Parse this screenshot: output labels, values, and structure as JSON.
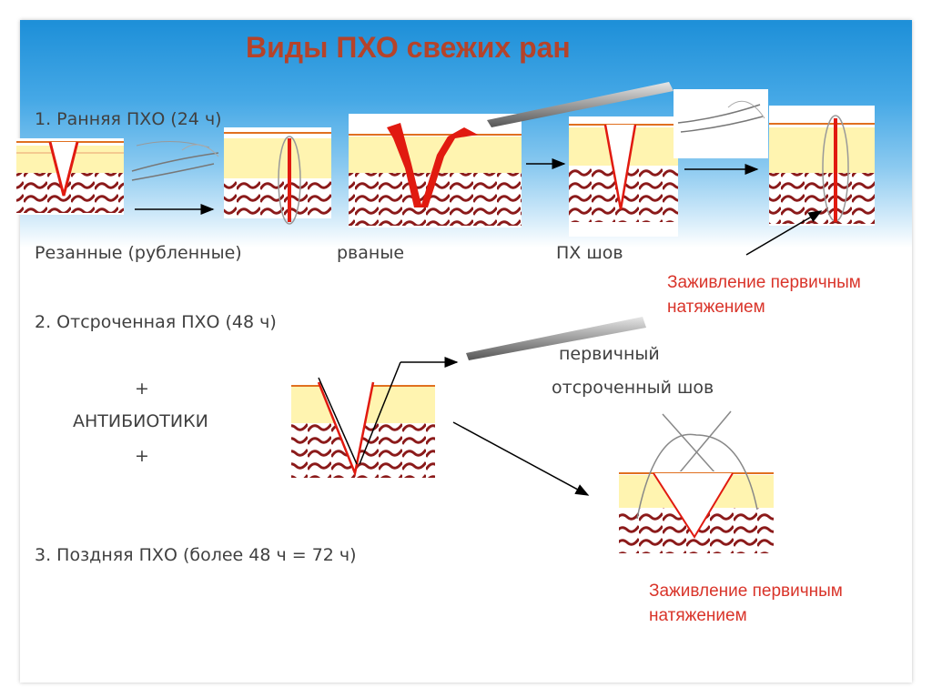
{
  "slide": {
    "title": "Виды ПХО свежих ран"
  },
  "section1": {
    "heading": "1. Ранняя ПХО  (24 ч)",
    "label_cut": "Резанные (рубленные)",
    "label_torn": "рваные",
    "label_suture": "ПХ шов",
    "note_line1": "Заживление первичным",
    "note_line2": "натяжением"
  },
  "section2": {
    "heading": "2. Отсроченная ПХО (48 ч)",
    "plus_top": "+",
    "antibiotics": "АНТИБИОТИКИ",
    "plus_bottom": "+",
    "suture_line1": "первичный",
    "suture_line2": "отсроченный шов",
    "note_line1": "Заживление первичным",
    "note_line2": "натяжением"
  },
  "section3": {
    "heading": "3. Поздняя   ПХО (более 48 ч =  72 ч)"
  },
  "colors": {
    "title": "#b5432a",
    "note": "#d9342a",
    "skin_yellow": "#fff4b0",
    "tissue": "#8b1a1a",
    "wound_red": "#e11a10"
  }
}
